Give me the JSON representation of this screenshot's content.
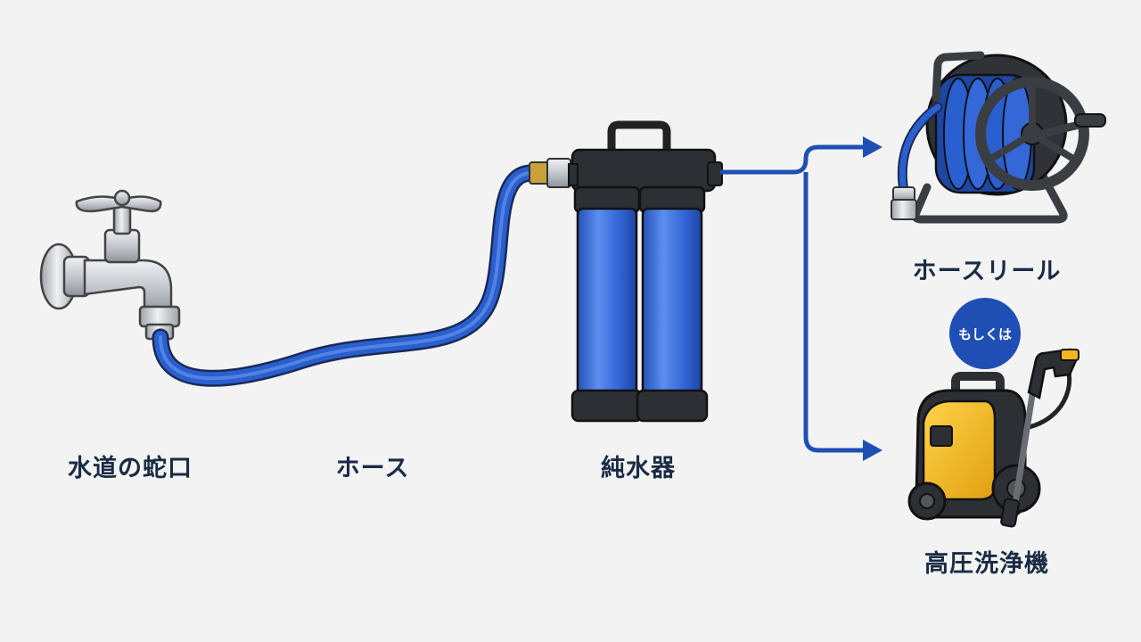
{
  "labels": {
    "faucet": "水道の蛇口",
    "hose": "ホース",
    "purifier": "純水器",
    "hose_reel": "ホースリール",
    "or": "もしくは",
    "pressure_washer": "高圧洗浄機"
  },
  "colors": {
    "background": "#f3f3f3",
    "hose_blue": "#2a5fd0",
    "arrow_blue": "#1f4fb4",
    "label_text": "#1a2b44",
    "washer_yellow": "#f2b51c",
    "chrome": "#c9ccd2",
    "dark_plastic": "#2c2f33"
  },
  "icons": [
    "faucet-icon",
    "hose-icon",
    "water-purifier-icon",
    "hose-reel-icon",
    "pressure-washer-icon",
    "arrow-icon"
  ]
}
